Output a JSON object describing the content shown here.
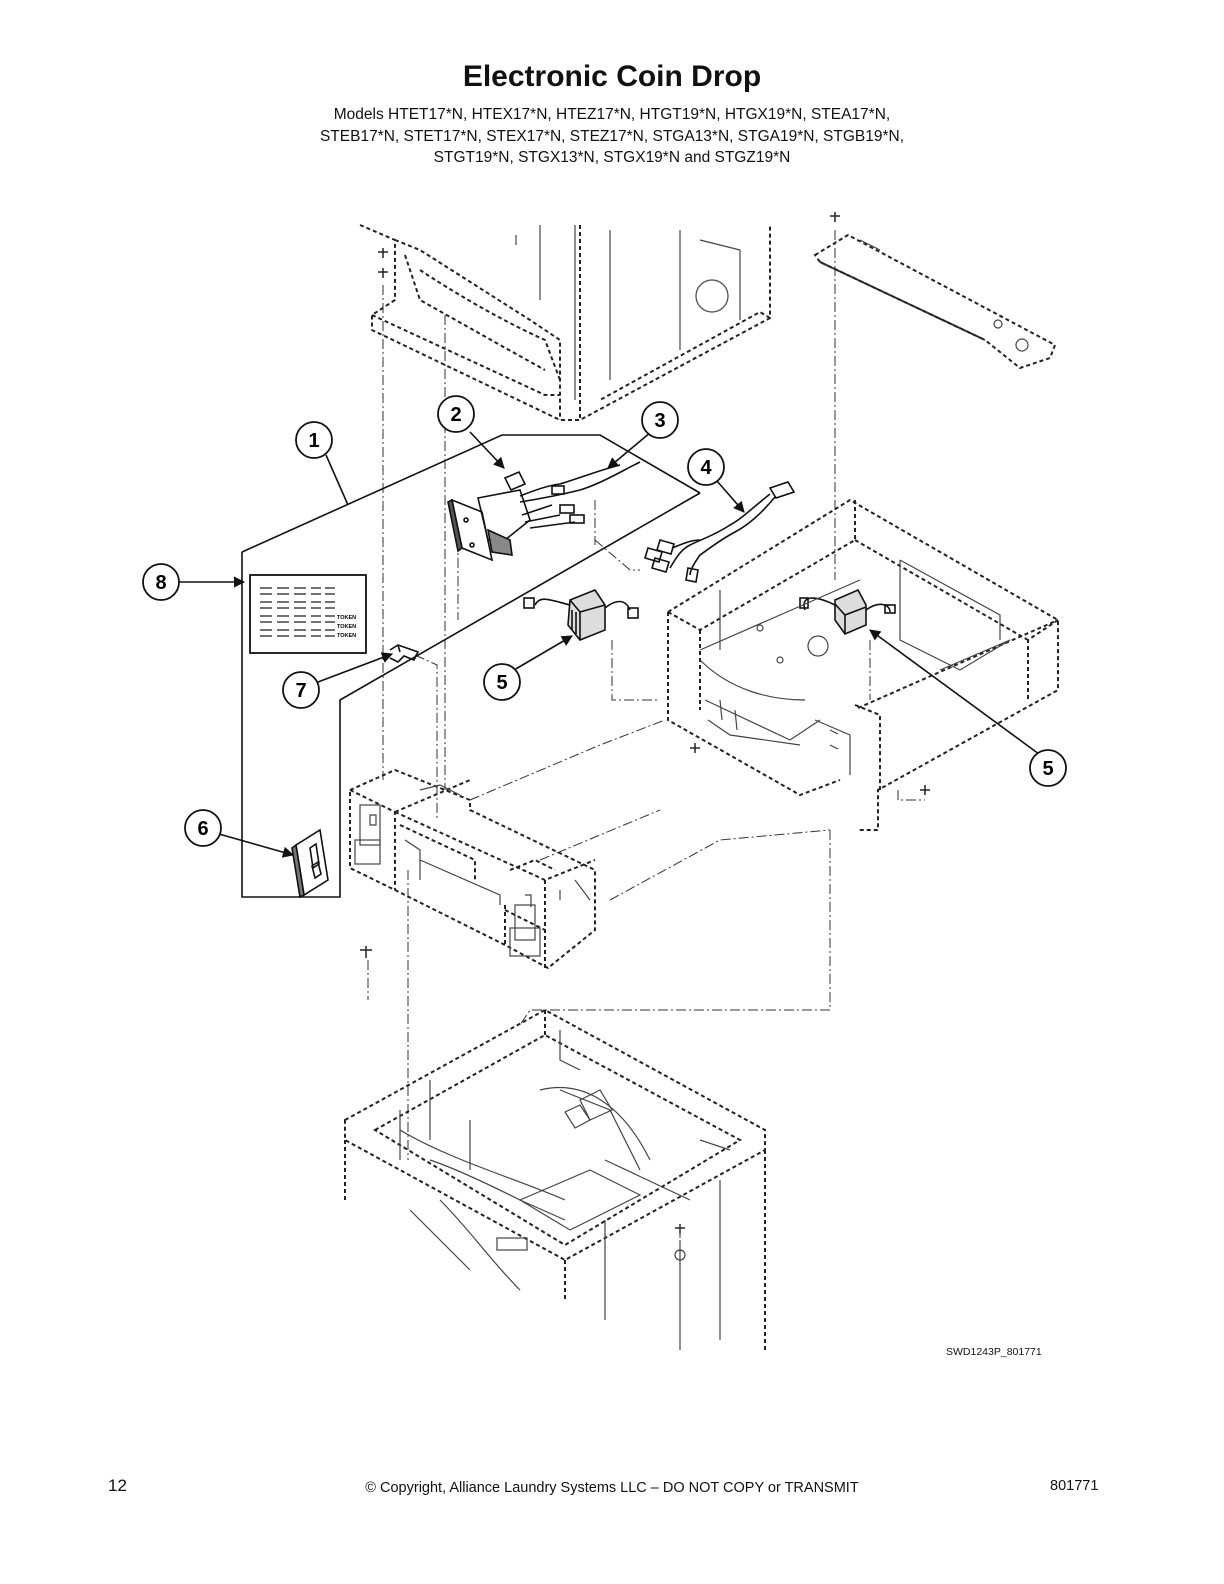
{
  "header": {
    "title": "Electronic Coin Drop",
    "model_lines": [
      "Models HTET17*N, HTEX17*N, HTEZ17*N, HTGT19*N, HTGX19*N, STEA17*N,",
      "STEB17*N, STET17*N, STEX17*N, STEZ17*N, STGA13*N, STGA19*N, STGB19*N,",
      "STGT19*N, STGX13*N, STGX19*N and STGZ19*N"
    ]
  },
  "diagram": {
    "callouts": {
      "c1": "1",
      "c2": "2",
      "c3": "3",
      "c4": "4",
      "c5a": "5",
      "c5b": "5",
      "c6": "6",
      "c7": "7",
      "c8": "8"
    },
    "label_text": {
      "t1": "TOKEN",
      "t2": "TOKEN",
      "t3": "TOKEN"
    },
    "drawing_id": "SWD1243P_801771"
  },
  "footer": {
    "page_number": "12",
    "copyright": "© Copyright, Alliance Laundry Systems LLC – DO NOT COPY or TRANSMIT",
    "doc_number": "801771"
  }
}
